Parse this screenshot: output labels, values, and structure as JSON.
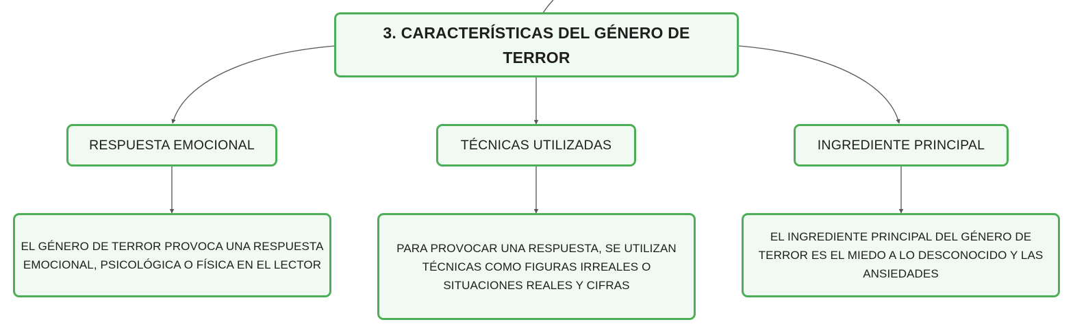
{
  "diagram": {
    "root": {
      "label": "3. CARACTERÍSTICAS DEL GÉNERO DE TERROR"
    },
    "branches": [
      {
        "label": "RESPUESTA EMOCIONAL",
        "detail": "EL GÉNERO DE TERROR PROVOCA UNA RESPUESTA EMOCIONAL, PSICOLÓGICA O FÍSICA EN EL LECTOR"
      },
      {
        "label": "TÉCNICAS UTILIZADAS",
        "detail": "PARA PROVOCAR UNA RESPUESTA, SE UTILIZAN TÉCNICAS COMO FIGURAS IRREALES O SITUACIONES REALES Y CIFRAS"
      },
      {
        "label": "INGREDIENTE PRINCIPAL",
        "detail": "EL INGREDIENTE PRINCIPAL DEL GÉNERO DE TERROR ES EL MIEDO A LO DESCONOCIDO Y LAS ANSIEDADES"
      }
    ],
    "colors": {
      "node_border": "#4caf58",
      "node_fill": "#f1faf2",
      "connector": "#555555",
      "text": "#1e1e1e"
    }
  }
}
